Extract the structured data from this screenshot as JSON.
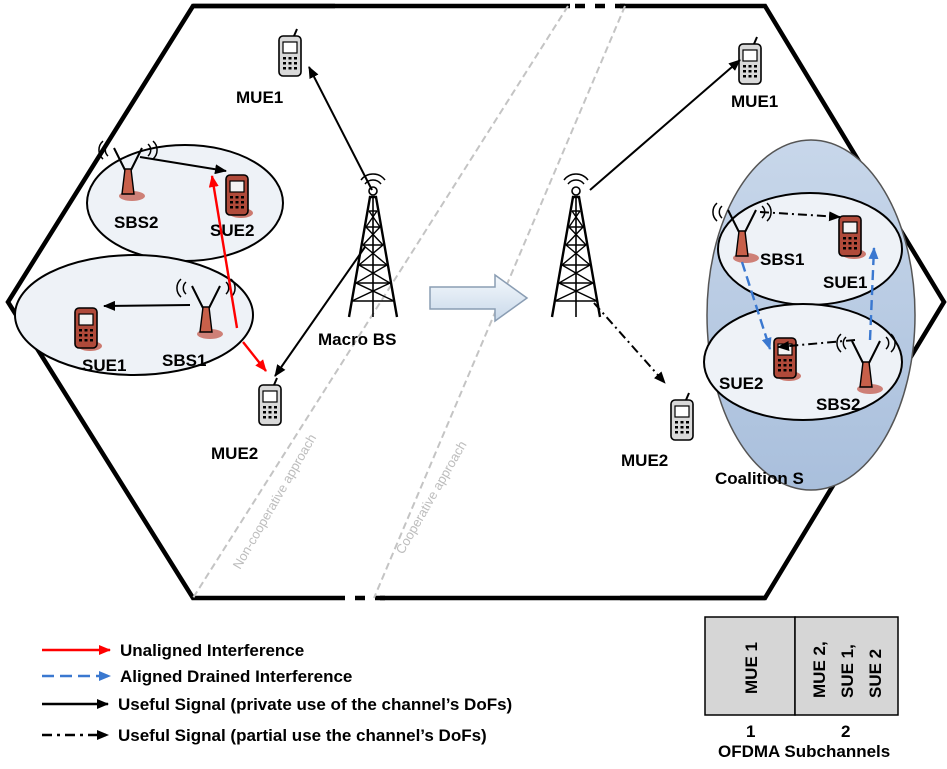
{
  "labels": {
    "macro_bs": "Macro BS",
    "left_mue1": "MUE1",
    "left_mue2": "MUE2",
    "left_sbs2": "SBS2",
    "left_sue2": "SUE2",
    "left_sue1": "SUE1",
    "left_sbs1": "SBS1",
    "right_mue1": "MUE1",
    "right_mue2": "MUE2",
    "right_sbs1": "SBS1",
    "right_sue1": "SUE1",
    "right_sue2": "SUE2",
    "right_sbs2": "SBS2",
    "coalition": "Coalition S"
  },
  "approaches": {
    "non_cooperative": "Non-cooperative approach",
    "cooperative": "Cooperative approach"
  },
  "legend": {
    "unaligned": "Unaligned Interference",
    "aligned": "Aligned Drained Interference",
    "useful_private": "Useful Signal (private use of the channel’s DoFs)",
    "useful_partial": "Useful Signal (partial use the channel’s DoFs)"
  },
  "subchannels": {
    "cell1": "MUE 1",
    "cell2_line1": "MUE 2,",
    "cell2_line2": "SUE 1,",
    "cell2_line3": "SUE 2",
    "num1": "1",
    "num2": "2",
    "caption": "OFDMA Subchannels"
  },
  "colors": {
    "unaligned": "#ff0000",
    "aligned": "#3a78d0",
    "coalition_fill": "#b9cce4",
    "small_cell_fill": "#eef2f7",
    "subchannel_fill": "#d6d6d6",
    "tower": "#000000",
    "sbs_body": "#c05040",
    "phone_body": "#cfcfcf"
  }
}
